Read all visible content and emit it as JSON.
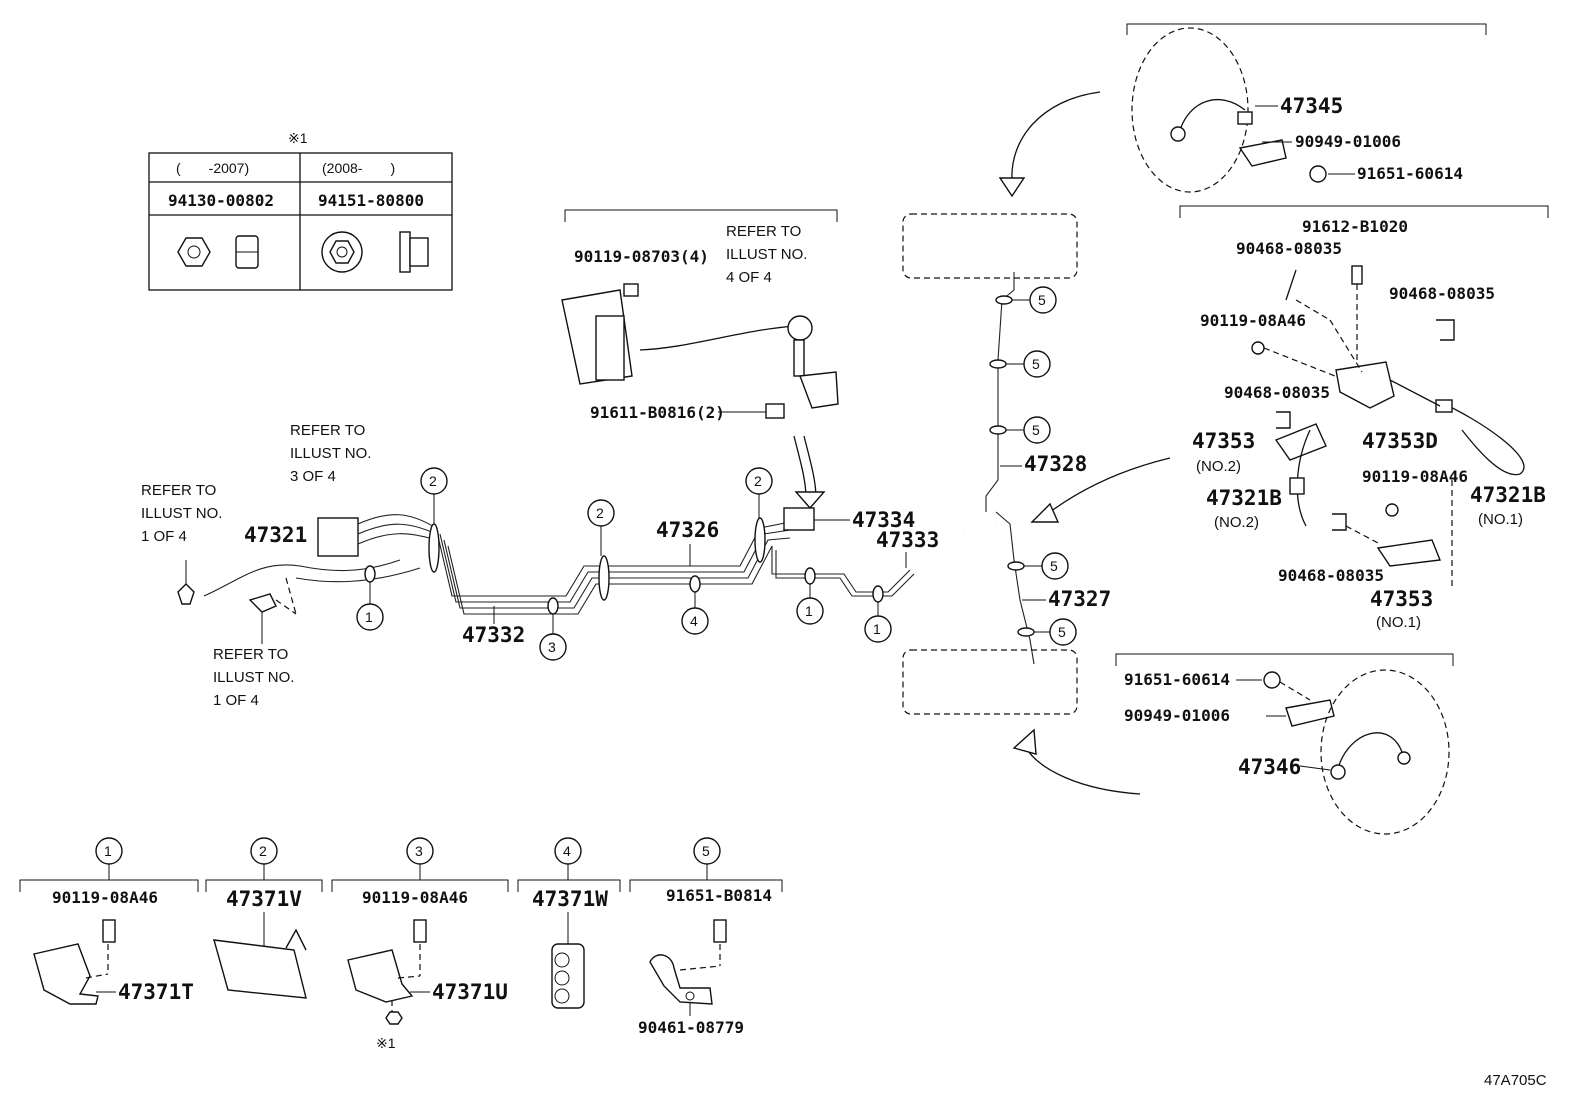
{
  "diagram_code": "47A705C",
  "nut_table": {
    "note_mark": "※1",
    "headers": [
      "(　　-2007)",
      "(2008-　　)"
    ],
    "parts": [
      "94130-00802",
      "94151-80800"
    ]
  },
  "refer_notes": {
    "illust_4": [
      "REFER TO",
      "ILLUST NO.",
      "4 OF 4"
    ],
    "illust_3": [
      "REFER TO",
      "ILLUST NO.",
      "3 OF 4"
    ],
    "illust_1_left": [
      "REFER TO",
      "ILLUST NO.",
      "1 OF 4"
    ],
    "illust_1_bottom": [
      "REFER TO",
      "ILLUST NO.",
      "1 OF 4"
    ]
  },
  "part_labels": {
    "p47345": "47345",
    "p90949_top": "90949-01006",
    "p91651_top": "91651-60614",
    "p91612": "91612-B1020",
    "p90468_a": "90468-08035",
    "p90468_b": "90468-08035",
    "p90119_r1": "90119-08A46",
    "p90468_c": "90468-08035",
    "p47353_no2": "47353",
    "no2_a": "(NO.2)",
    "p47353D": "47353D",
    "p90119_r2": "90119-08A46",
    "p47321B_no2": "47321B",
    "no2_b": "(NO.2)",
    "p47321B_no1": "47321B",
    "no1_a": "(NO.1)",
    "p90468_d": "90468-08035",
    "p47353_no1": "47353",
    "no1_b": "(NO.1)",
    "p90119_08703": "90119-08703(4)",
    "p91611": "91611-B0816(2)",
    "p47328": "47328",
    "p47334": "47334",
    "p47333": "47333",
    "p47326": "47326",
    "p47321": "47321",
    "p47332": "47332",
    "p47327": "47327",
    "p91651_bot": "91651-60614",
    "p90949_bot": "90949-01006",
    "p47346": "47346"
  },
  "callout_numbers": [
    "1",
    "2",
    "3",
    "4",
    "5"
  ],
  "clamp_legend": [
    {
      "num": "1",
      "top_part": "90119-08A46",
      "part": "47371T"
    },
    {
      "num": "2",
      "top_part": "47371V",
      "part": ""
    },
    {
      "num": "3",
      "top_part": "90119-08A46",
      "part": "47371U",
      "note": "※1"
    },
    {
      "num": "4",
      "top_part": "47371W",
      "part": ""
    },
    {
      "num": "5",
      "top_part": "91651-B0814",
      "part": "90461-08779"
    }
  ]
}
